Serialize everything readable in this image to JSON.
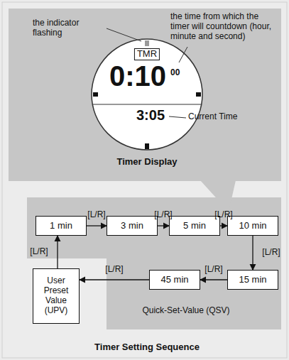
{
  "diagram": {
    "nodes": [
      {
        "text": [
          "1 min"
        ]
      },
      {
        "text": [
          "3 min"
        ]
      },
      {
        "text": [
          "5 min"
        ]
      },
      {
        "text": [
          "10 min"
        ]
      },
      {
        "text": [
          "15 min"
        ]
      },
      {
        "text": [
          "45 min"
        ]
      },
      {
        "text": [
          "User Preset Value (UPV)"
        ]
      }
    ],
    "edges": [
      {
        "from": 0,
        "to": 1,
        "label": "[L/R]",
        "arrow": "to"
      },
      {
        "from": 1,
        "to": 2,
        "label": "[L/R]",
        "arrow": "to"
      },
      {
        "from": 2,
        "to": 3,
        "label": "[L/R]",
        "arrow": "to"
      },
      {
        "from": 3,
        "to": 4,
        "label": "[L/R]",
        "arrow": "to"
      },
      {
        "from": 4,
        "to": 5,
        "label": "[L/R]",
        "arrow": "to"
      },
      {
        "from": 5,
        "to": 6,
        "label": "[L/R]",
        "arrow": "to"
      },
      {
        "from": 6,
        "to": 0,
        "label": "[L/R]",
        "arrow": "to"
      }
    ],
    "labels": [
      "the indicator flashing",
      "the time from which the timer will countdown (hour, minute and second)",
      "TMR",
      "0:10",
      "00",
      "3:05",
      "Current Time",
      "Timer Display",
      "Quick-Set-Value (QSV)",
      "Timer Setting Sequence"
    ]
  }
}
